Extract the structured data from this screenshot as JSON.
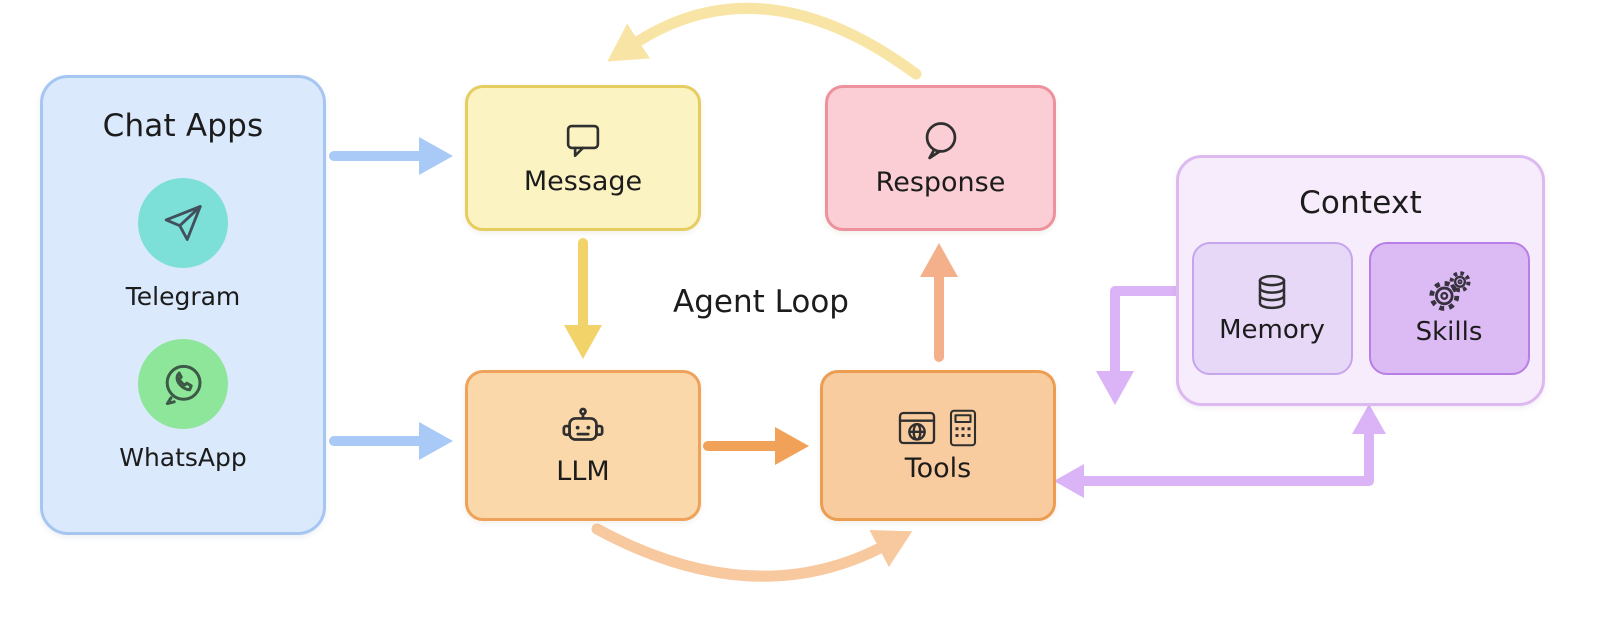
{
  "diagram_title": "Agent Loop",
  "chat_apps": {
    "title": "Chat Apps",
    "apps": [
      {
        "name": "Telegram",
        "icon": "telegram-paper-plane-icon",
        "circle_color": "#7de0d8"
      },
      {
        "name": "WhatsApp",
        "icon": "whatsapp-icon",
        "circle_color": "#8ee69b"
      }
    ]
  },
  "nodes": {
    "message": {
      "label": "Message",
      "icon": "speech-bubble-square-icon"
    },
    "response": {
      "label": "Response",
      "icon": "speech-bubble-round-icon"
    },
    "llm": {
      "label": "LLM",
      "icon": "robot-icon"
    },
    "tools": {
      "label": "Tools",
      "icon": "browser-and-calculator-icons"
    }
  },
  "context": {
    "title": "Context",
    "memory": {
      "label": "Memory",
      "icon": "database-icon"
    },
    "skills": {
      "label": "Skills",
      "icon": "gears-icon"
    }
  },
  "colors": {
    "chat_apps_fill": "#dbe9fc",
    "chat_apps_border": "#a6c6f1",
    "message_fill": "#fcf3c3",
    "message_border": "#e6cd60",
    "response_fill": "#fbced5",
    "response_border": "#ee919e",
    "llm_fill": "#fbd8aa",
    "llm_border": "#eea25a",
    "tools_fill": "#f9cc9f",
    "tools_border": "#eb9d52",
    "context_fill": "#f7ecfc",
    "context_border": "#dcbaef",
    "memory_fill": "#e7d8f8",
    "memory_border": "#c7a5ed",
    "skills_fill": "#dcbbf5",
    "skills_border": "#b77ee5",
    "arrow_blue": "#a9c9f7",
    "arrow_yellow": "#f2d36a",
    "arrow_yellow_light": "#f8e5a6",
    "arrow_orange": "#f2a158",
    "arrow_salmon": "#f4b08b",
    "arrow_orange_light": "#f8c89f",
    "arrow_purple": "#dab4f6"
  }
}
